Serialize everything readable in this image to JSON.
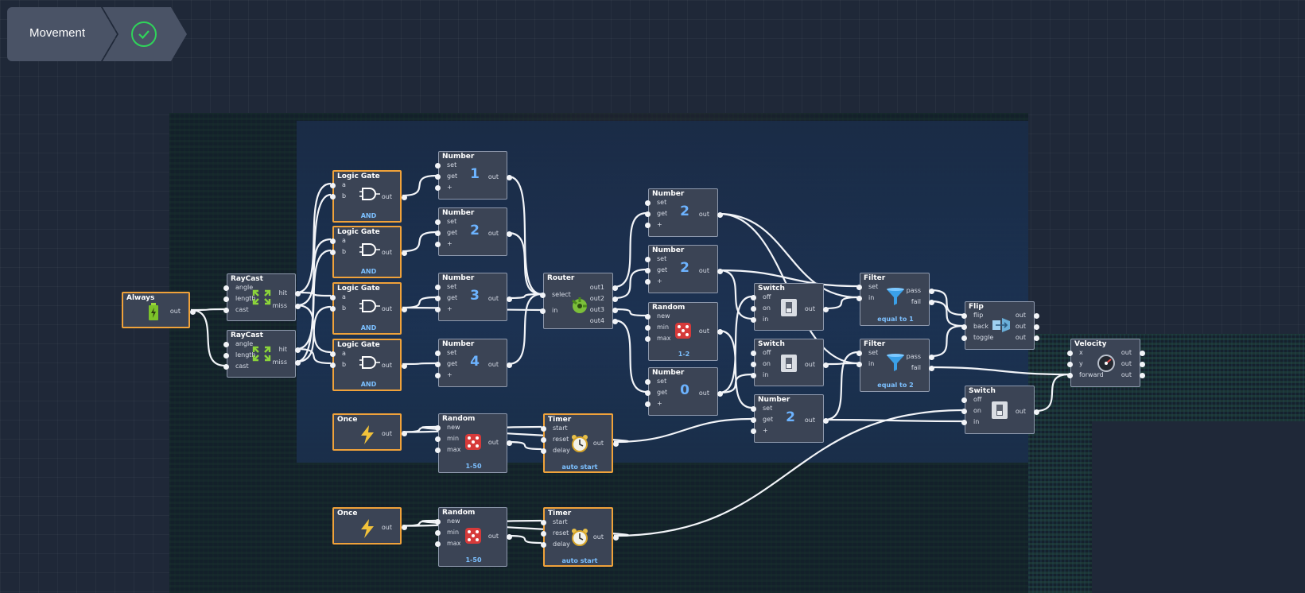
{
  "breadcrumb": {
    "title": "Movement",
    "status_icon": "check-circle-icon",
    "status_color": "#2fd45a"
  },
  "colors": {
    "node_bg": "#3b4455",
    "node_border": "#8e99ad",
    "active_border": "#f0a23a",
    "value_blue": "#6cb3ff",
    "wire": "#f2f4f8"
  },
  "nodes": {
    "always": {
      "title": "Always",
      "out": "out"
    },
    "raycast1": {
      "title": "RayCast",
      "in": [
        "angle",
        "length",
        "cast"
      ],
      "out": [
        "hit",
        "miss"
      ]
    },
    "raycast2": {
      "title": "RayCast",
      "in": [
        "angle",
        "length",
        "cast"
      ],
      "out": [
        "hit",
        "miss"
      ]
    },
    "gate1": {
      "title": "Logic Gate",
      "in": [
        "a",
        "b"
      ],
      "out": "out",
      "mode": "AND"
    },
    "gate2": {
      "title": "Logic Gate",
      "in": [
        "a",
        "b"
      ],
      "out": "out",
      "mode": "AND"
    },
    "gate3": {
      "title": "Logic Gate",
      "in": [
        "a",
        "b"
      ],
      "out": "out",
      "mode": "AND"
    },
    "gate4": {
      "title": "Logic Gate",
      "in": [
        "a",
        "b"
      ],
      "out": "out",
      "mode": "AND"
    },
    "num1": {
      "title": "Number",
      "in": [
        "set",
        "get",
        "+"
      ],
      "out": "out",
      "value": "1"
    },
    "num2": {
      "title": "Number",
      "in": [
        "set",
        "get",
        "+"
      ],
      "out": "out",
      "value": "2"
    },
    "num3": {
      "title": "Number",
      "in": [
        "set",
        "get",
        "+"
      ],
      "out": "out",
      "value": "3"
    },
    "num4": {
      "title": "Number",
      "in": [
        "set",
        "get",
        "+"
      ],
      "out": "out",
      "value": "4"
    },
    "router": {
      "title": "Router",
      "in": [
        "select",
        "in"
      ],
      "out": [
        "out1",
        "out2",
        "out3",
        "out4"
      ]
    },
    "numB1": {
      "title": "Number",
      "in": [
        "set",
        "get",
        "+"
      ],
      "out": "out",
      "value": "2"
    },
    "numB2": {
      "title": "Number",
      "in": [
        "set",
        "get",
        "+"
      ],
      "out": "out",
      "value": "2"
    },
    "randomB": {
      "title": "Random",
      "in": [
        "new",
        "min",
        "max"
      ],
      "out": "out",
      "caption": "1-2"
    },
    "numB3": {
      "title": "Number",
      "in": [
        "set",
        "get",
        "+"
      ],
      "out": "out",
      "value": "0"
    },
    "switch1": {
      "title": "Switch",
      "in": [
        "off",
        "on",
        "in"
      ],
      "out": "out"
    },
    "switch2": {
      "title": "Switch",
      "in": [
        "off",
        "on",
        "in"
      ],
      "out": "out"
    },
    "numC": {
      "title": "Number",
      "in": [
        "set",
        "get",
        "+"
      ],
      "out": "out",
      "value": "2"
    },
    "filter1": {
      "title": "Filter",
      "in": [
        "set",
        "in"
      ],
      "out": [
        "pass",
        "fail"
      ],
      "caption": "equal to 1"
    },
    "filter2": {
      "title": "Filter",
      "in": [
        "set",
        "in"
      ],
      "out": [
        "pass",
        "fail"
      ],
      "caption": "equal to 2"
    },
    "flip": {
      "title": "Flip",
      "in": [
        "flip",
        "back",
        "toggle"
      ],
      "out": [
        "out",
        "out",
        "out"
      ]
    },
    "switch3": {
      "title": "Switch",
      "in": [
        "off",
        "on",
        "in"
      ],
      "out": "out"
    },
    "velocity": {
      "title": "Velocity",
      "in": [
        "x",
        "y",
        "forward"
      ],
      "out": [
        "out",
        "out",
        "out"
      ]
    },
    "once1": {
      "title": "Once",
      "out": "out"
    },
    "random1": {
      "title": "Random",
      "in": [
        "new",
        "min",
        "max"
      ],
      "out": "out",
      "caption": "1-50"
    },
    "timer1": {
      "title": "Timer",
      "in": [
        "start",
        "reset",
        "delay"
      ],
      "out": "out",
      "caption": "auto start"
    },
    "once2": {
      "title": "Once",
      "out": "out"
    },
    "random2": {
      "title": "Random",
      "in": [
        "new",
        "min",
        "max"
      ],
      "out": "out",
      "caption": "1-50"
    },
    "timer2": {
      "title": "Timer",
      "in": [
        "start",
        "reset",
        "delay"
      ],
      "out": "out",
      "caption": "auto start"
    }
  }
}
